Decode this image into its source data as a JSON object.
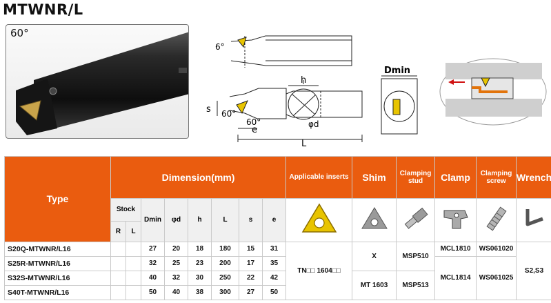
{
  "header": {
    "title": "MTWNR/L"
  },
  "photo": {
    "angle_label": "60°"
  },
  "drawing": {
    "top_angle": "6°",
    "side_s": "s",
    "angle_60a": "60°",
    "angle_60b": "60°",
    "dim_h": "h",
    "dim_d": "φd",
    "dim_e": "e",
    "dim_L": "L",
    "dim_dmin": "Dmin"
  },
  "table": {
    "type_header": "Type",
    "dimension_header": "Dimension(mm)",
    "inserts_header": "Applicable inserts",
    "shim_header": "Shim",
    "stud_header": "Clamping stud",
    "clamp_header": "Clamp",
    "screw_header": "Clamping screw",
    "wrench_header": "Wrench",
    "stock_header": "Stock",
    "r_label": "R",
    "l_label": "L",
    "cols": [
      "Dmin",
      "φd",
      "h",
      "L",
      "s",
      "e"
    ],
    "rows": [
      {
        "model": "S20Q-MTWNR/L16",
        "dims": [
          "27",
          "20",
          "18",
          "180",
          "15",
          "31"
        ]
      },
      {
        "model": "S25R-MTWNR/L16",
        "dims": [
          "32",
          "25",
          "23",
          "200",
          "17",
          "35"
        ]
      },
      {
        "model": "S32S-MTWNR/L16",
        "dims": [
          "40",
          "32",
          "30",
          "250",
          "22",
          "42"
        ]
      },
      {
        "model": "S40T-MTWNR/L16",
        "dims": [
          "50",
          "40",
          "38",
          "300",
          "27",
          "50"
        ]
      }
    ],
    "insert": "TN□□ 1604□□",
    "shim_a": "X",
    "shim_b": "MT 1603",
    "stud_a": "MSP510",
    "stud_b": "MSP513",
    "clamp_a": "MCL1810",
    "clamp_b": "MCL1814",
    "screw_a": "WS061020",
    "screw_b": "WS061025",
    "wrench": "S2,S3"
  }
}
